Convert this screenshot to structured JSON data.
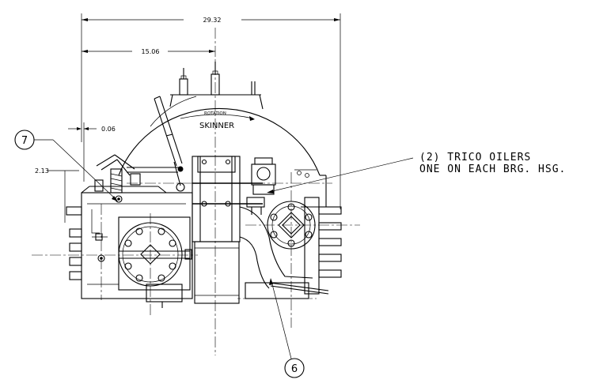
{
  "dimensions": {
    "overall_width": "29.32",
    "offset_width": "15.06",
    "small_offset": "0.06",
    "height_offset": "2.13"
  },
  "labels": {
    "rotation": "ROTATION",
    "maker": "SKINNER"
  },
  "callouts": {
    "balloon_top": "7",
    "balloon_bottom": "6",
    "note_line1": "(2) TRICO OILERS",
    "note_line2": "ONE ON EACH BRG. HSG."
  }
}
